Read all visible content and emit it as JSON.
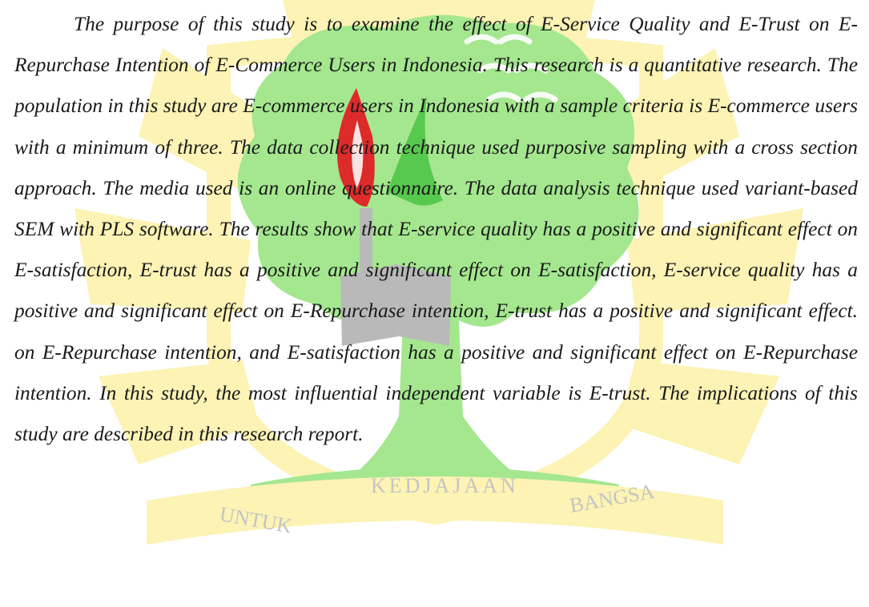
{
  "abstract": {
    "text": "The purpose of this study is to examine the effect of E-Service Quality and E-Trust on E-Repurchase Intention of E-Commerce Users in Indonesia. This research is a quantitative research. The population in this study are E-commerce users in Indonesia with a sample criteria is E-commerce users with a minimum of three. The data collection technique used purposive sampling with a cross section approach. The media used is an online questionnaire. The data analysis technique used variant-based SEM with PLS software. The results show that E-service quality has a positive and significant effect on E-satisfaction, E-trust has a positive and significant effect on E-satisfaction, E-service quality has a positive and significant effect on E-Repurchase intention, E-trust has a positive and significant effect. on E-Repurchase intention, and E-satisfaction has a positive and significant effect on E-Repurchase intention. In this study, the most influential independent variable is E-trust. The implications of this study are described in this research report."
  },
  "watermark": {
    "motto": "UNTUK KEDJAJAAN BANGSA",
    "motto_left": "UNTUK",
    "motto_center": "KEDJAJAAN",
    "motto_right": "BANGSA",
    "colors": {
      "yellow": "#fcf3b4",
      "green": "#a4e78f",
      "dark_green": "#3fbf3a",
      "flame_red": "#dd2a2a",
      "gray": "#b9b9b9",
      "motto_text": "#c4c4c4"
    }
  }
}
